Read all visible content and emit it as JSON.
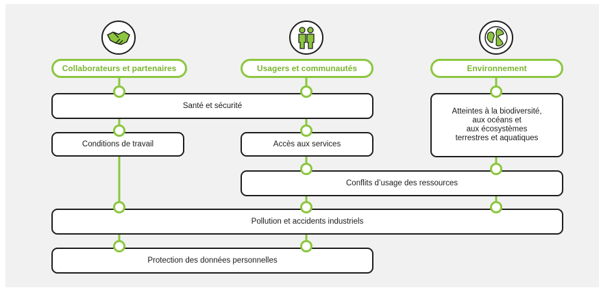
{
  "colors": {
    "accent": "#8cc63f",
    "border": "#1e1e1e",
    "background": "#f1f1f2"
  },
  "categories": [
    {
      "label": "Collaborateurs et partenaires",
      "icon": "handshake-icon"
    },
    {
      "label": "Usagers et communautés",
      "icon": "people-icon"
    },
    {
      "label": "Environnement",
      "icon": "globe-icon"
    }
  ],
  "risks": {
    "sante": "Santé et sécurité",
    "conditions": "Conditions de travail",
    "acces": "Accès aux services",
    "biodiversite": "Atteintes à la biodiversité,\naux océans et\naux écosystèmes\nterrestres et aquatiques",
    "conflits": "Conflits d’usage des ressources",
    "pollution": "Pollution et accidents industriels",
    "donnees": "Protection des données personnelles"
  }
}
